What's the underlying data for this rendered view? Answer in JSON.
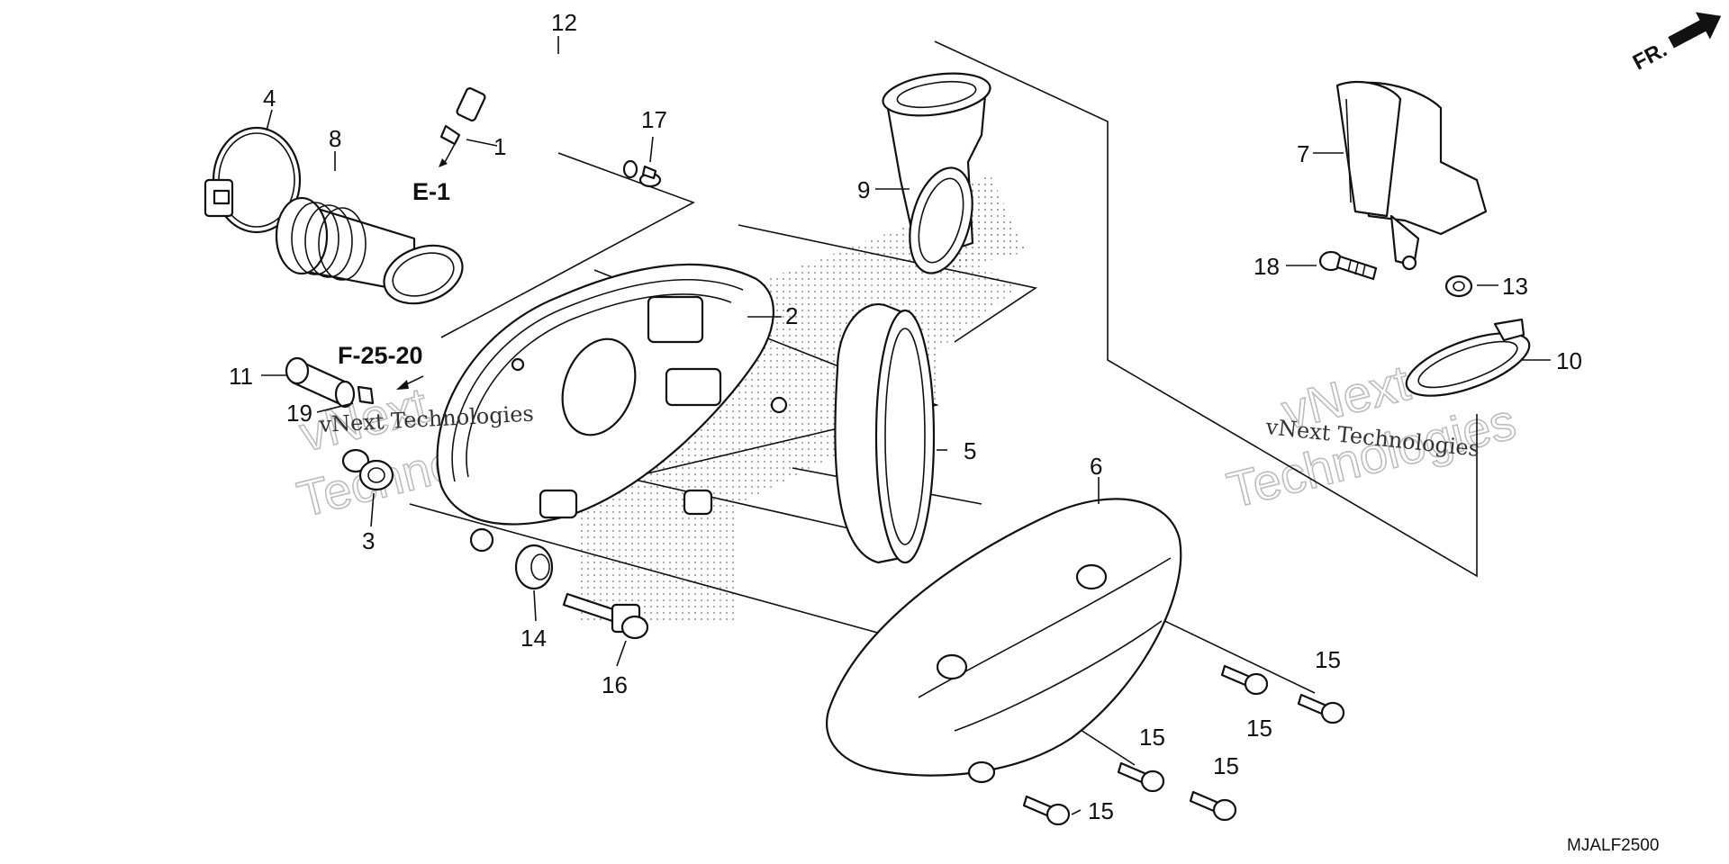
{
  "callouts": {
    "c1": "1",
    "c2": "2",
    "c3": "3",
    "c4": "4",
    "c5": "5",
    "c6": "6",
    "c7": "7",
    "c8": "8",
    "c9": "9",
    "c10": "10",
    "c11": "11",
    "c12": "12",
    "c13": "13",
    "c14": "14",
    "c15": "15",
    "c16": "16",
    "c17": "17",
    "c18": "18",
    "c19": "19"
  },
  "references": {
    "e1": "E-1",
    "f25": "F-25-20"
  },
  "direction_label": "FR.",
  "diagram_code": "MJALF2500",
  "watermark": {
    "line1": "vNext Technologies",
    "big1": "vNext",
    "big2": "Technologies"
  }
}
